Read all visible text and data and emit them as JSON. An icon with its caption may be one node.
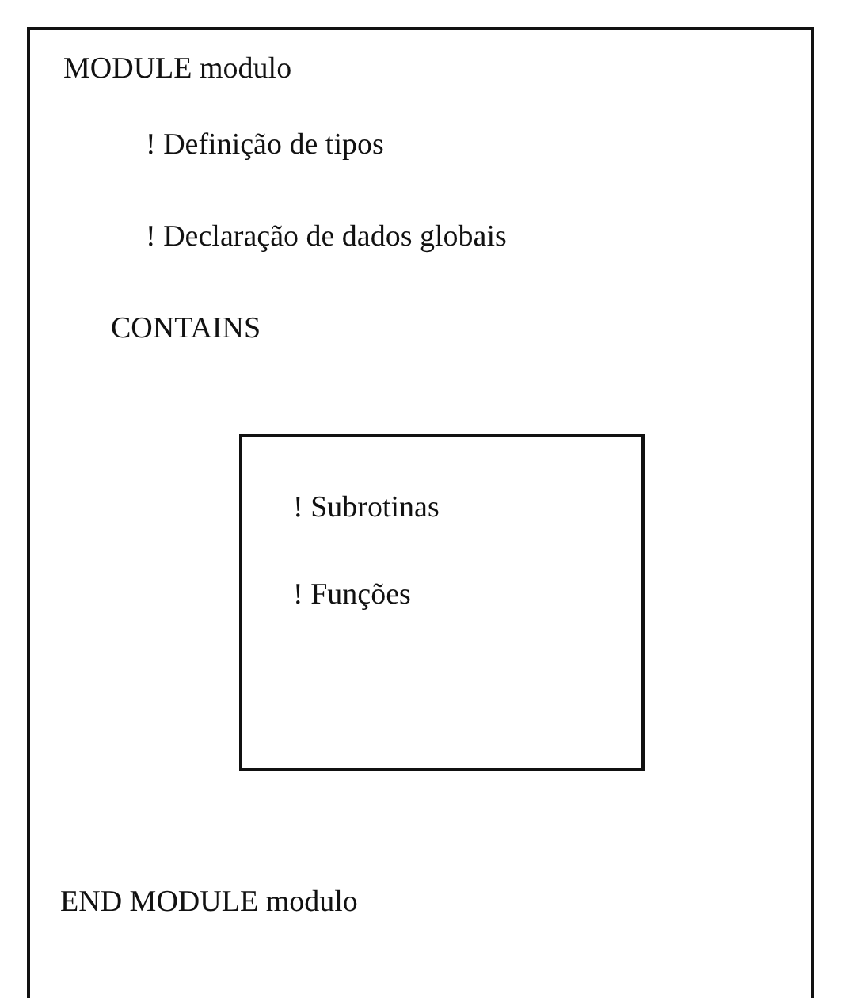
{
  "diagram": {
    "nodes": [
      {
        "text": [
          "MODULE modulo",
          "! Definição de tipos",
          "! Declaração de dados globais",
          "CONTAINS",
          "END MODULE modulo"
        ]
      },
      {
        "text": [
          "! Subrotinas",
          "! Funções"
        ],
        "in": 0
      }
    ]
  }
}
